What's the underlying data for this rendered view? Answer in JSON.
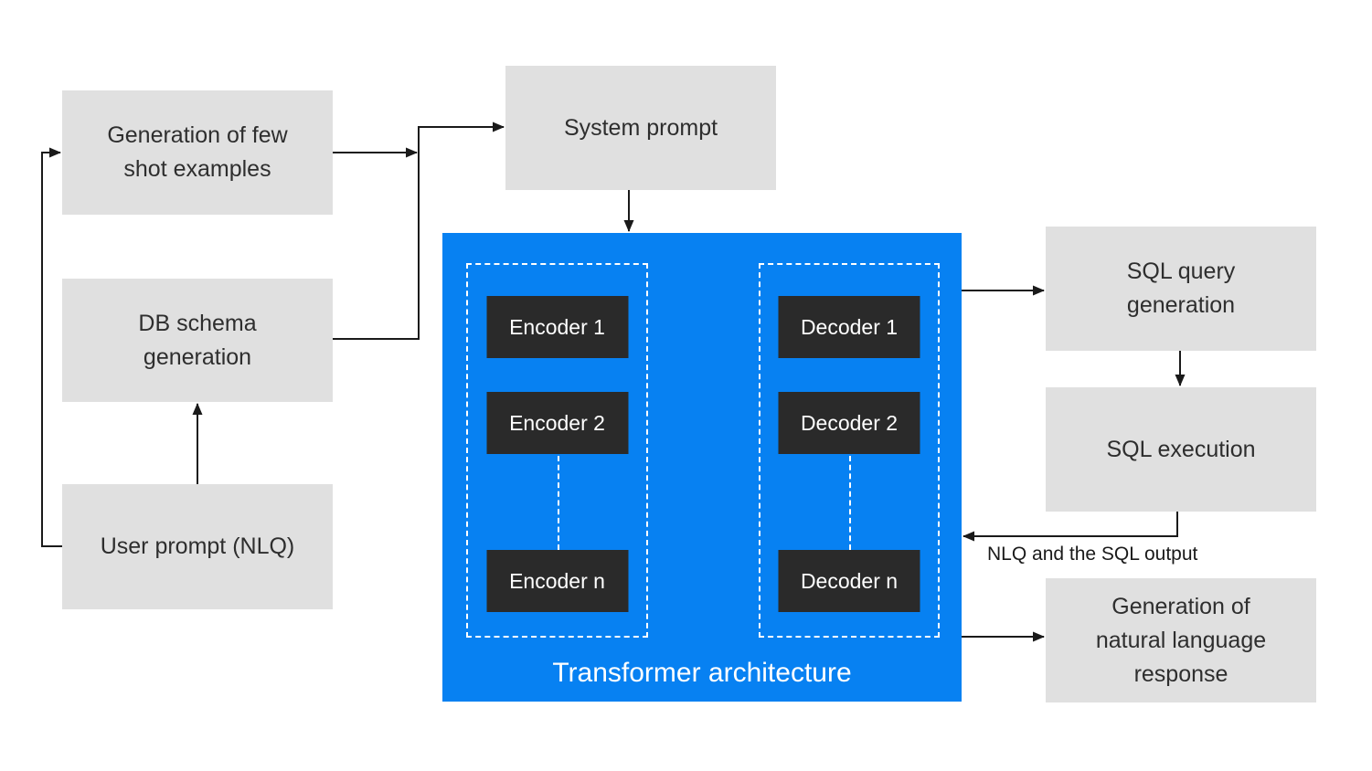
{
  "nodes": {
    "few_shot": {
      "label": "Generation of few\nshot examples"
    },
    "db_schema": {
      "label": "DB schema\ngeneration"
    },
    "user_prompt": {
      "label": "User prompt (NLQ)"
    },
    "system_prompt": {
      "label": "System prompt"
    },
    "sql_query": {
      "label": "SQL query\ngeneration"
    },
    "sql_exec": {
      "label": "SQL execution"
    },
    "nl_response": {
      "label": "Generation of\nnatural language\nresponse"
    }
  },
  "transformer": {
    "title": "Transformer architecture",
    "encoders": [
      {
        "label": "Encoder 1"
      },
      {
        "label": "Encoder 2"
      },
      {
        "label": "Encoder n"
      }
    ],
    "decoders": [
      {
        "label": "Decoder 1"
      },
      {
        "label": "Decoder 2"
      },
      {
        "label": "Decoder n"
      }
    ]
  },
  "edge_labels": {
    "sql_return": "NLQ and the SQL output"
  },
  "colors": {
    "transformer_blue": "#0781F2",
    "node_gray": "#E0E0E0",
    "block_dark": "#2A2A2A",
    "arrow_black": "#1A1A1A",
    "dashed_border_white": "#FFFFFF"
  }
}
